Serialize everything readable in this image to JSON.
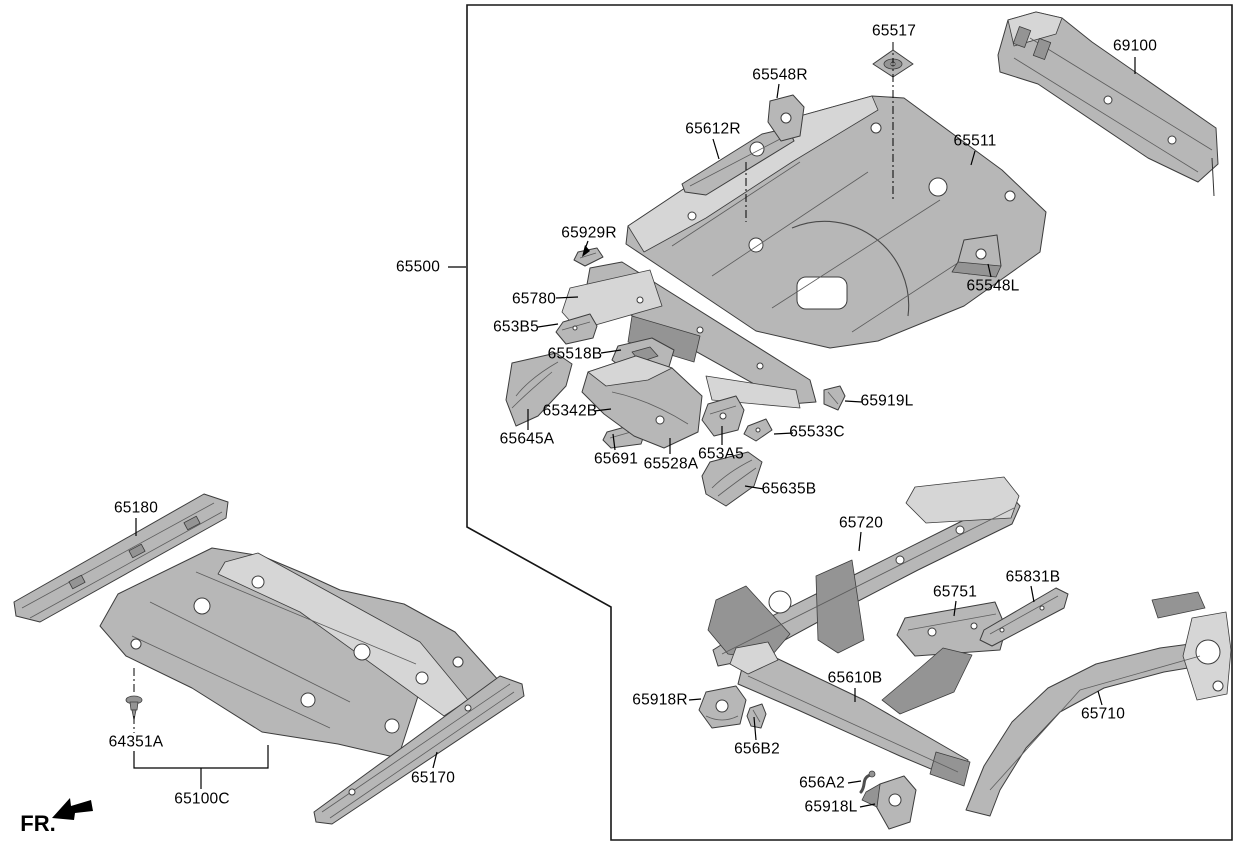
{
  "page": {
    "background": "#ffffff"
  },
  "figure": {
    "type": "exploded-parts-diagram",
    "group_reference": "65500",
    "direction_indicator": "FR."
  },
  "labels": {
    "65500": "65500",
    "65517": "65517",
    "69100": "69100",
    "65548R": "65548R",
    "65612R": "65612R",
    "65511": "65511",
    "65548L": "65548L",
    "65929R": "65929R",
    "65780": "65780",
    "653B5": "653B5",
    "65518B": "65518B",
    "65342B": "65342B",
    "65645A": "65645A",
    "65691": "65691",
    "65528A": "65528A",
    "653A5": "653A5",
    "65533C": "65533C",
    "65919L": "65919L",
    "65635B": "65635B",
    "65720": "65720",
    "65751": "65751",
    "65831B": "65831B",
    "65610B": "65610B",
    "65918R": "65918R",
    "656B2": "656B2",
    "656A2": "656A2",
    "65918L": "65918L",
    "65710": "65710",
    "65180": "65180",
    "64351A": "64351A",
    "65100C": "65100C",
    "65170": "65170",
    "fr": "FR."
  },
  "colors": {
    "leader_line": "#000000",
    "group_box": "#161616",
    "part_fill": "#b7b7b7",
    "part_light": "#d6d6d6",
    "part_dark": "#949494",
    "part_outline": "#3d3d3d"
  }
}
